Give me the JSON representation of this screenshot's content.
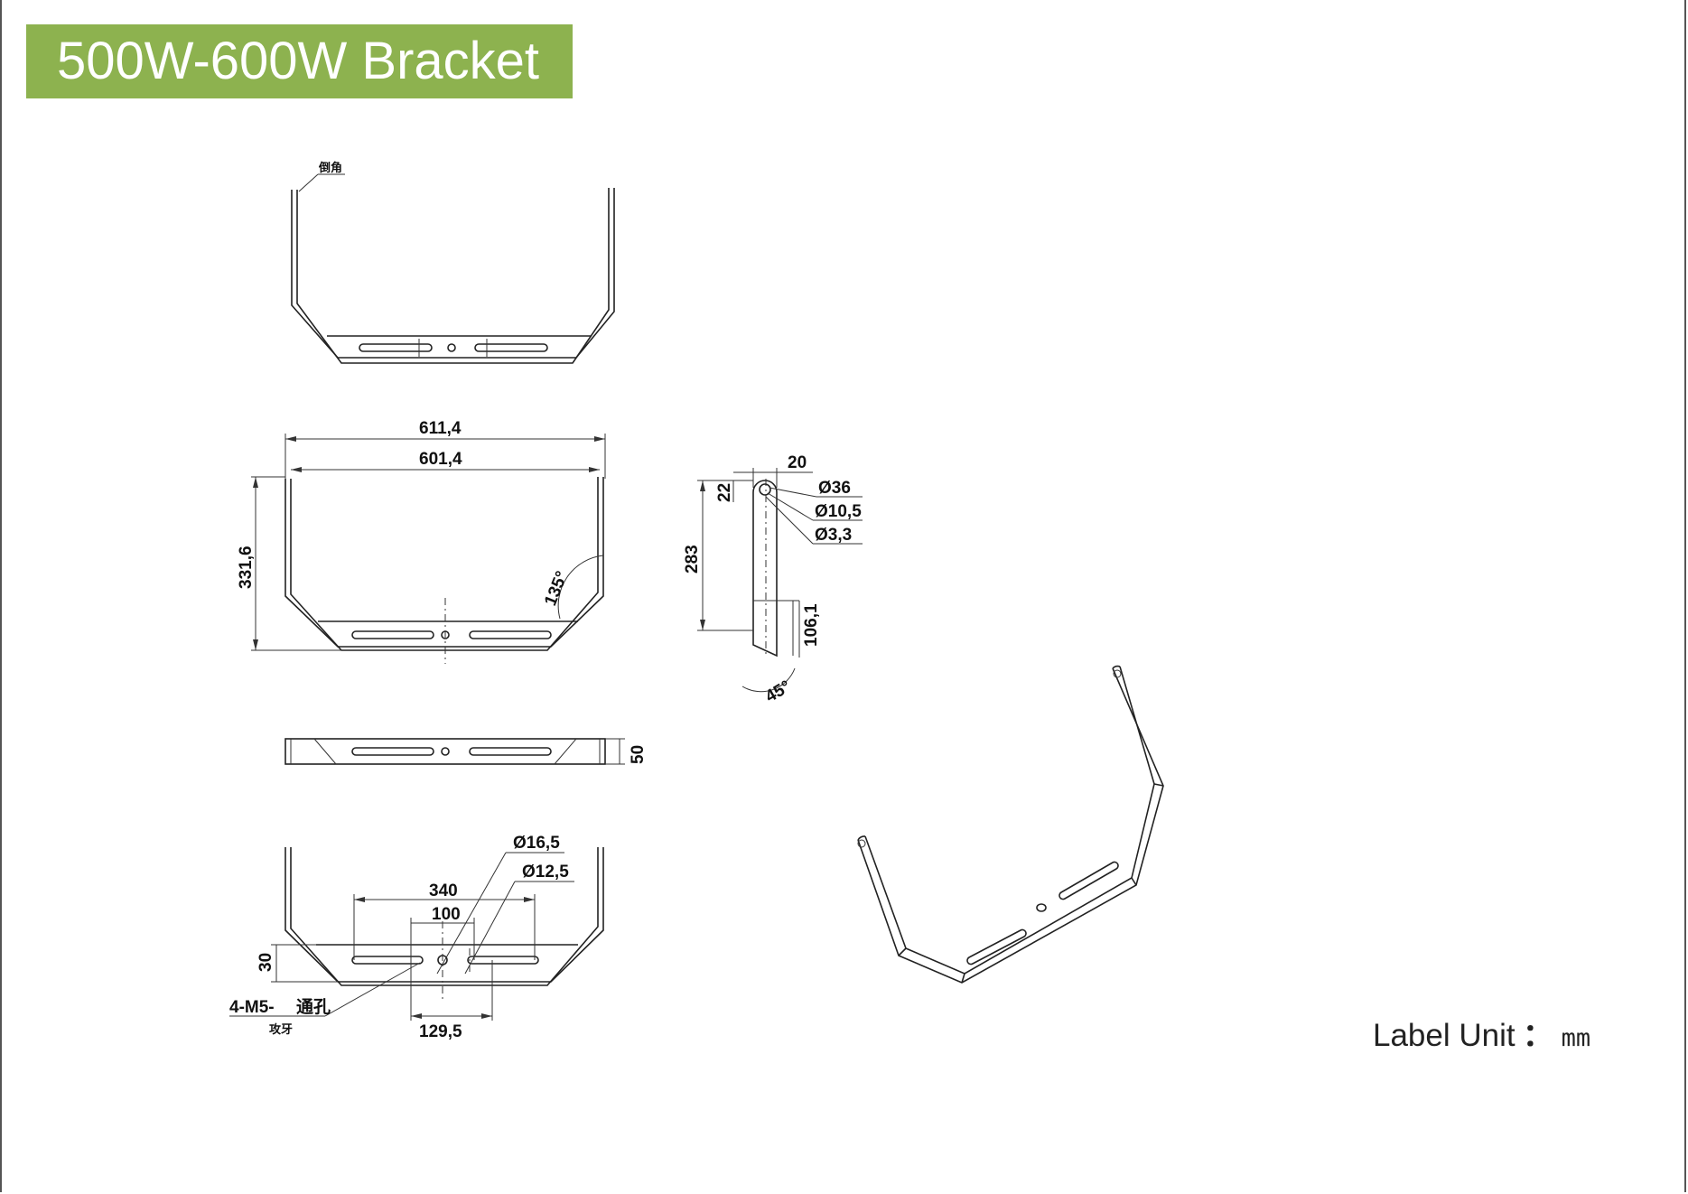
{
  "header": {
    "title": "500W-600W Bracket",
    "accent_color": "#8db24f"
  },
  "views": {
    "top": {
      "note": "倒角"
    },
    "front": {
      "width_outer": "611,4",
      "width_inner": "601,4",
      "height": "331,6",
      "angle": "135°"
    },
    "side": {
      "thickness": "20",
      "hole_offset": "22",
      "length": "283",
      "lower_length": "106,1",
      "angle": "45°",
      "dia_outer": "Ø36",
      "dia_hole": "Ø10,5",
      "dia_small": "Ø3,3"
    },
    "bottom": {
      "depth": "50"
    },
    "section": {
      "dia_1": "Ø16,5",
      "dia_2": "Ø12,5",
      "slot_span": "340",
      "center_span": "100",
      "height": "30",
      "offset": "129,5",
      "thread_label": "4-M5-",
      "through_label": "通孔",
      "tap_label": "攻牙"
    }
  },
  "footer": {
    "label": "Label Unit",
    "separator": "：",
    "unit": "mm"
  }
}
